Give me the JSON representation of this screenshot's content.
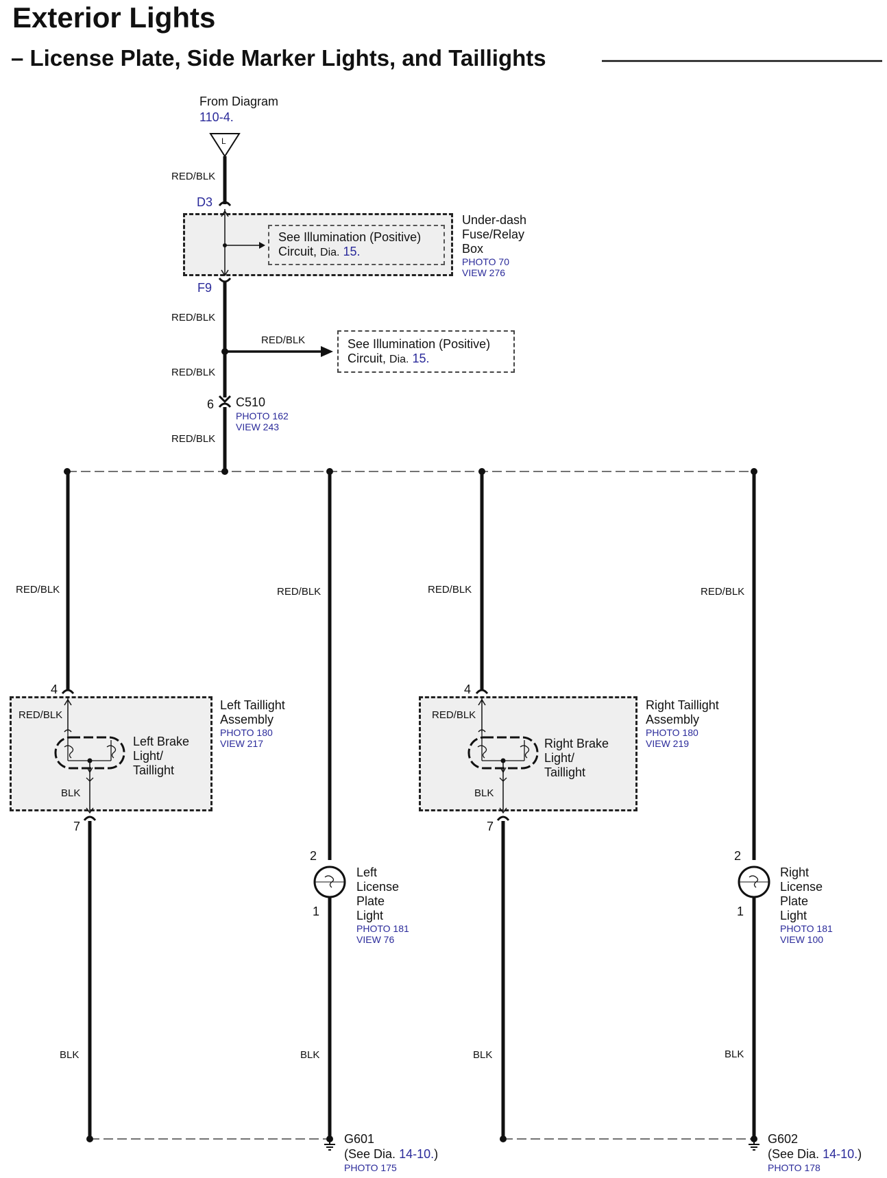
{
  "page": {
    "title": "Exterior Lights",
    "subtitle": "– License Plate, Side Marker Lights, and Taillights"
  },
  "source": {
    "label": "From Diagram",
    "ref": "110-4.",
    "terminal": "L"
  },
  "wires": {
    "red_blk": "RED/BLK",
    "blk": "BLK"
  },
  "fuse_box": {
    "name": [
      "Under-dash",
      "Fuse/Relay",
      "Box"
    ],
    "photo": "PHOTO 70",
    "view": "VIEW 276",
    "pin_in": "D3",
    "pin_out": "F9",
    "note_line1": "See Illumination (Positive)",
    "note_line2_prefix": "Circuit,",
    "note_line2_dia": "Dia.",
    "note_line2_ref": "15."
  },
  "splice_note": {
    "line1": "See Illumination (Positive)",
    "line2_prefix": "Circuit,",
    "line2_dia": "Dia.",
    "line2_ref": "15."
  },
  "connector_c510": {
    "name": "C510",
    "pin": "6",
    "photo": "PHOTO 162",
    "view": "VIEW 243"
  },
  "left_taillight": {
    "assembly": [
      "Left Taillight",
      "Assembly"
    ],
    "photo": "PHOTO 180",
    "view": "VIEW 217",
    "bulb": [
      "Left Brake",
      "Light/",
      "Taillight"
    ],
    "pin_in": "4",
    "pin_out": "7"
  },
  "right_taillight": {
    "assembly": [
      "Right Taillight",
      "Assembly"
    ],
    "photo": "PHOTO 180",
    "view": "VIEW 219",
    "bulb": [
      "Right Brake",
      "Light/",
      "Taillight"
    ],
    "pin_in": "4",
    "pin_out": "7"
  },
  "left_license": {
    "name": [
      "Left",
      "License",
      "Plate",
      "Light"
    ],
    "photo": "PHOTO 181",
    "view": "VIEW 76",
    "pin_top": "2",
    "pin_bottom": "1"
  },
  "right_license": {
    "name": [
      "Right",
      "License",
      "Plate",
      "Light"
    ],
    "photo": "PHOTO 181",
    "view": "VIEW 100",
    "pin_top": "2",
    "pin_bottom": "1"
  },
  "ground_g601": {
    "name": "G601",
    "see_prefix": "(See Dia.",
    "see_ref": "14-10.",
    "see_suffix": ")",
    "photo": "PHOTO 175"
  },
  "ground_g602": {
    "name": "G602",
    "see_prefix": "(See Dia.",
    "see_ref": "14-10.",
    "see_suffix": ")",
    "photo": "PHOTO 178"
  },
  "colors": {
    "ink": "#111111",
    "reference_blue": "#2a2a9a",
    "component_fill": "#efefef"
  }
}
